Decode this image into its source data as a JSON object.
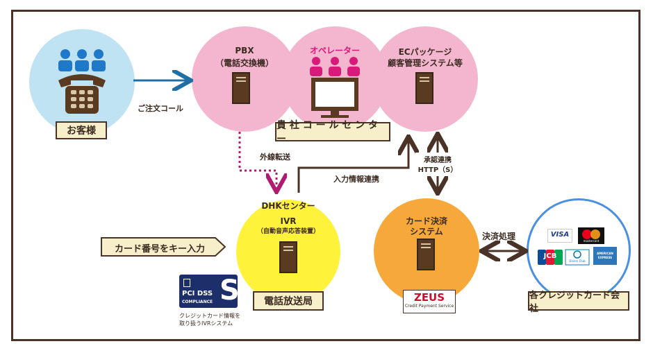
{
  "nodes": {
    "customer": {
      "label": "お客様"
    },
    "pbx": {
      "line1": "PBX",
      "line2": "（電話交換機）"
    },
    "operator": {
      "label": "オペレーター"
    },
    "ec": {
      "line1": "ECパッケージ",
      "line2": "顧客管理システム等"
    },
    "callcenter": {
      "label": "貴 社 コ ー ル セ ン タ ー"
    },
    "dhk": {
      "title": "DHKセンター",
      "line1": "IVR",
      "line2": "（自動音声応答装置）",
      "label": "電話放送局"
    },
    "card_system": {
      "line1": "カード決済",
      "line2": "システム"
    },
    "zeus": {
      "name": "ZEUS",
      "sub": "Credit Payment Service"
    },
    "card_companies": {
      "label": "各クレジットカード会社"
    },
    "key_input": {
      "label": "カード番号をキー入力"
    },
    "pci": {
      "line1": "PCI DSS",
      "line2": "COMPLIANCE",
      "note1": "クレジットカード情報を",
      "note2": "取り扱うIVRシステム"
    }
  },
  "edges": {
    "order_call": "ご注文コール",
    "transfer": "外線転送",
    "input_link": "入力情報連携",
    "approval1": "承認連携",
    "approval2": "HTTP（S）",
    "settlement": "決済処理"
  },
  "cards": {
    "visa": "VISA",
    "mastercard": "mastercard",
    "jcb": "JCB",
    "diners": "Diners Club",
    "amex": "AMERICAN EXPRESS"
  },
  "colors": {
    "customer_circle": "#bfe3f3",
    "call_center_circle": "#f4b6cf",
    "ivr_circle": "#fff23a",
    "payment_circle": "#f7a83a",
    "arrow_blue": "#1f6fa5",
    "arrow_magenta": "#b01a6f",
    "arrow_brown": "#4a3326",
    "label_bg": "#f6efc9"
  }
}
